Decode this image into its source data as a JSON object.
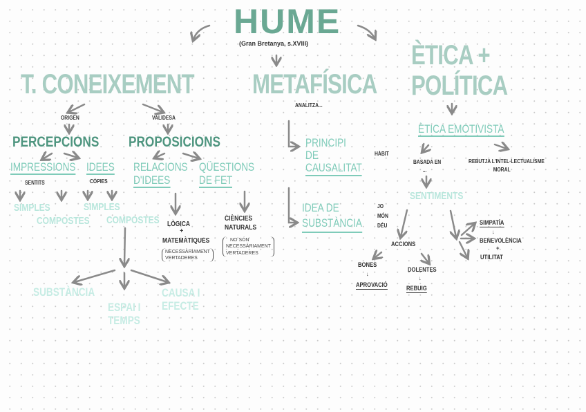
{
  "header": {
    "title": "HUME",
    "subtitle": "(Gran Bretanya, s.XVIII)"
  },
  "branches": {
    "coneixement": {
      "title": "T. CONEIXEMENT",
      "origen": "ORIGEN",
      "validesa": "VALIDESA",
      "percepcions": "PERCEPCIONS",
      "proposicions": "PROPOSICIONS",
      "impressions": "IMPRESSIONS",
      "sentits": "SENTITS",
      "idees": "IDEES",
      "copies": "CÒPIES",
      "simples1": "SIMPLES",
      "compostes1": "COMPOSTES",
      "simples2": "SIMPLES",
      "compostes2": "COMPOSTES",
      "relacions_1": "RELACIONS",
      "relacions_2": "D'IDEES",
      "questions_1": "QÜESTIONS",
      "questions_2": "DE FET",
      "logica": "LÒGICA",
      "plus": "+",
      "matematiques": "MATEMÀTIQUES",
      "nec_1": "NECESSÀRIAMENT",
      "nec_2": "VERTADERES",
      "ciencies_1": "CIÈNCIES",
      "ciencies_2": "NATURALS",
      "noson_1": "NO SÓN",
      "noson_2": "NECESSÀRIAMENT",
      "noson_3": "VERTADERES",
      "substancia": "SUBSTÀNCIA",
      "espai_1": "ESPAI I",
      "espai_2": "TEMPS",
      "causa_1": "CAUSA I",
      "causa_2": "EFECTE"
    },
    "metafisica": {
      "title": "METAFÍSICA",
      "analitza": "ANALITZA...",
      "principi_1": "PRINCIPI",
      "principi_2": "DE",
      "principi_3": "CAUSALITAT",
      "habit": "HÀBIT",
      "idea_1": "IDEA DE",
      "idea_2": "SUBSTÀNCIA",
      "jo": "JO",
      "mon": "MÓN",
      "deu": "DÉU"
    },
    "etica": {
      "title_1": "ÈTICA +",
      "title_2": "POLÍTICA",
      "emotivista": "ÈTICA EMOTIVISTA",
      "basada_1": "BASADA EN",
      "basada_2": "...",
      "rebutja_1": "REBUTJA L'INTEL·LECTUALISME",
      "rebutja_2": "MORAL",
      "sentiments": "SENTIMENTS",
      "accions": "ACCIONS",
      "bones": "BONES",
      "aprovacio": "APROVACIÓ",
      "dolentes": "DOLENTES",
      "rebuig": "REBUIG",
      "arrow_down": "↓",
      "simpatia": "SIMPATÍA",
      "benevolencia": "BENEVOLÈNCIA",
      "plus": "+",
      "utilitat": "UTILITAT"
    }
  },
  "colors": {
    "dark_teal": "#4e957f",
    "mint": "#7fcbb9",
    "title_gray_teal": "#a8cdc2",
    "arrow": "#8a8a8a"
  }
}
